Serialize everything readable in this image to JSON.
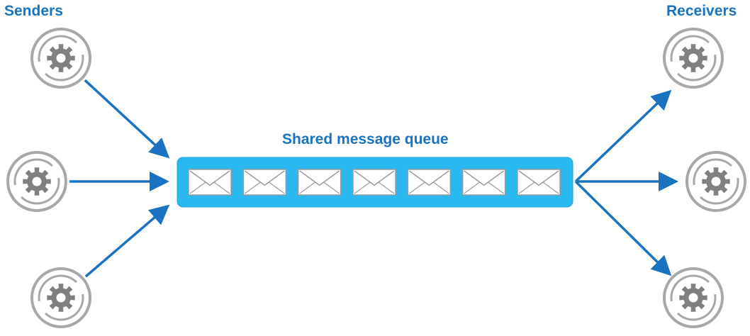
{
  "labels": {
    "senders": "Senders",
    "receivers": "Receivers",
    "queue": "Shared message queue"
  },
  "colors": {
    "accent_text": "#1a73c1",
    "arrow": "#1a73c1",
    "queue_fill": "#29b8f0",
    "queue_stroke": "#1fa6dc",
    "envelope_fill": "#ffffff",
    "envelope_stroke": "#9a9a9a",
    "node_ring": "#a8a8a8",
    "node_gear": "#808080"
  },
  "icons": {
    "node": "gear-process-icon",
    "message": "envelope-icon"
  },
  "senders": [
    {
      "id": "sender-1"
    },
    {
      "id": "sender-2"
    },
    {
      "id": "sender-3"
    }
  ],
  "receivers": [
    {
      "id": "receiver-1"
    },
    {
      "id": "receiver-2"
    },
    {
      "id": "receiver-3"
    }
  ],
  "messages": [
    {
      "id": "message-1"
    },
    {
      "id": "message-2"
    },
    {
      "id": "message-3"
    },
    {
      "id": "message-4"
    },
    {
      "id": "message-5"
    },
    {
      "id": "message-6"
    },
    {
      "id": "message-7"
    }
  ]
}
